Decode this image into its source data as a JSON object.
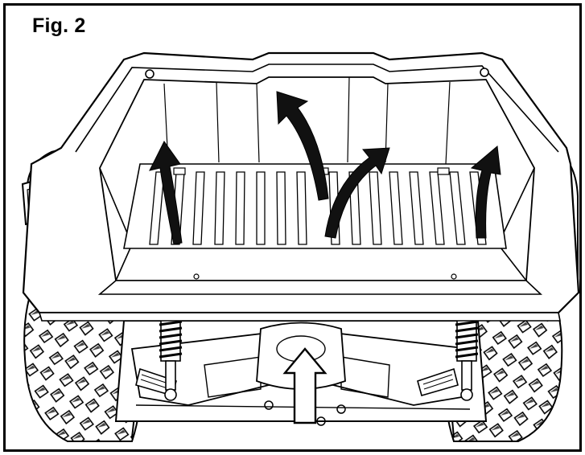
{
  "figure": {
    "label": "Fig. 2",
    "colors": {
      "line": "#000000",
      "background": "#ffffff",
      "arrow_fill": "#111111",
      "push_arrow_fill": "#ffffff"
    },
    "icons": [
      "cargo-bed",
      "lift-arrow",
      "push-up-arrow",
      "shock-absorber",
      "tire",
      "frame"
    ]
  }
}
